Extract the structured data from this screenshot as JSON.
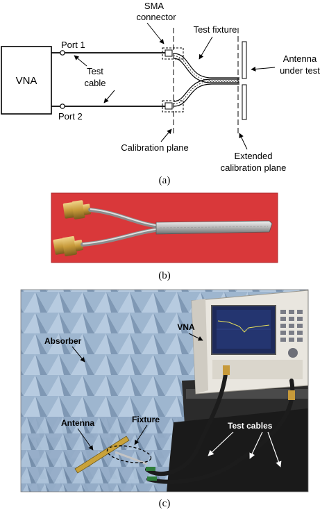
{
  "diagram_a": {
    "vna": "VNA",
    "port1": "Port 1",
    "port2": "Port 2",
    "test_cable_1": "Test",
    "test_cable_2": "cable",
    "sma_1": "SMA",
    "sma_2": "connector",
    "test_fixture": "Test fixture",
    "antenna_1": "Antenna",
    "antenna_2": "under test",
    "cal_plane": "Calibration plane",
    "ext_cal_1": "Extended",
    "ext_cal_2": "calibration plane",
    "caption": "(a)"
  },
  "photo_b": {
    "caption": "(b)",
    "background_color": "#d9383a"
  },
  "photo_c": {
    "vna": "VNA",
    "absorber": "Absorber",
    "antenna": "Antenna",
    "fixture": "Fixture",
    "test_cables": "Test cables",
    "caption": "(c)"
  }
}
